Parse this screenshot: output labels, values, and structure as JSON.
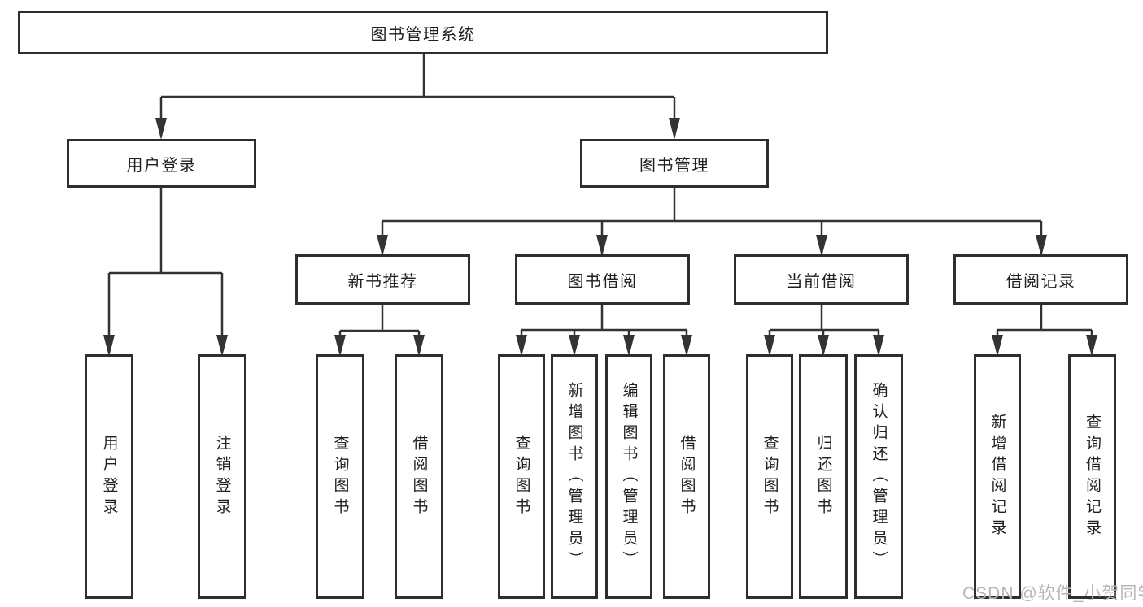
{
  "diagram_title": "图书管理系统",
  "tree": {
    "label": "图书管理系统",
    "children": [
      {
        "label": "用户登录",
        "children": [
          {
            "label": "用户登录"
          },
          {
            "label": "注销登录"
          }
        ]
      },
      {
        "label": "图书管理",
        "children": [
          {
            "label": "新书推荐",
            "children": [
              {
                "label": "查询图书"
              },
              {
                "label": "借阅图书"
              }
            ]
          },
          {
            "label": "图书借阅",
            "children": [
              {
                "label": "查询图书"
              },
              {
                "label": "新增图书（管理员）"
              },
              {
                "label": "编辑图书（管理员）"
              },
              {
                "label": "借阅图书"
              }
            ]
          },
          {
            "label": "当前借阅",
            "children": [
              {
                "label": "查询图书"
              },
              {
                "label": "归还图书"
              },
              {
                "label": "确认归还（管理员）"
              }
            ]
          },
          {
            "label": "借阅记录",
            "children": [
              {
                "label": "新增借阅记录"
              },
              {
                "label": "查询借阅记录"
              }
            ]
          }
        ]
      }
    ]
  },
  "watermark": {
    "text": "CSDN @软件_小贺同学"
  },
  "colors": {
    "line": "#333333",
    "box_border": "#2e2e2e",
    "box_fill": "#ffffff",
    "text": "#1f1f1f",
    "watermark": "#b5b5b5"
  }
}
